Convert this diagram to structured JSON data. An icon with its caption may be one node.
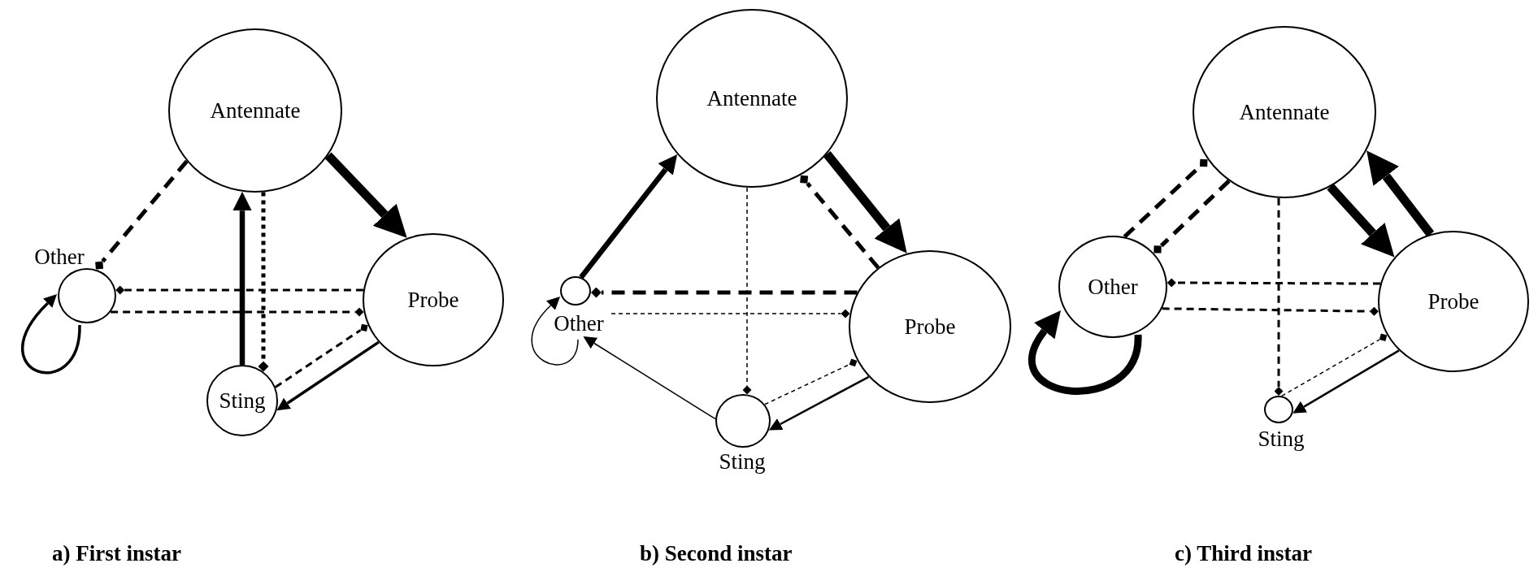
{
  "diagram": {
    "nodes": [
      {
        "text": [
          "Antennate"
        ]
      },
      {
        "text": [
          "Other"
        ]
      },
      {
        "text": [
          "Probe"
        ]
      },
      {
        "text": [
          "Sting"
        ]
      },
      {
        "text": [
          "Antennate"
        ]
      },
      {
        "text": [
          "Other"
        ]
      },
      {
        "text": [
          "Probe"
        ]
      },
      {
        "text": [
          "Sting"
        ]
      },
      {
        "text": [
          "Antennate"
        ]
      },
      {
        "text": [
          "Other"
        ]
      },
      {
        "text": [
          "Probe"
        ]
      },
      {
        "text": [
          "Sting"
        ]
      }
    ],
    "edges": [
      {
        "from": 0,
        "to": 1,
        "arrow": "other",
        "style": "dashed"
      },
      {
        "from": 0,
        "to": 2,
        "arrow": "to",
        "style": "thick"
      },
      {
        "from": 1,
        "to": 1,
        "arrow": "to"
      },
      {
        "from": 3,
        "to": 0,
        "arrow": "to",
        "style": "thick"
      },
      {
        "from": 0,
        "to": 3,
        "arrow": "other",
        "style": "dashed"
      },
      {
        "from": 2,
        "to": 1,
        "arrow": "other",
        "style": "dashed"
      },
      {
        "from": 1,
        "to": 2,
        "arrow": "other",
        "style": "dashed"
      },
      {
        "from": 3,
        "to": 2,
        "arrow": "other",
        "style": "dashed"
      },
      {
        "from": 2,
        "to": 3,
        "arrow": "to"
      },
      {
        "from": 5,
        "to": 4,
        "arrow": "to",
        "style": "thick"
      },
      {
        "from": 4,
        "to": 6,
        "arrow": "to",
        "style": "thick"
      },
      {
        "from": 6,
        "to": 4,
        "arrow": "other",
        "style": "dashed"
      },
      {
        "from": 5,
        "to": 5,
        "arrow": "to"
      },
      {
        "from": 4,
        "to": 7,
        "arrow": "other",
        "style": "dashed"
      },
      {
        "from": 6,
        "to": 5,
        "arrow": "other",
        "style": "dashed"
      },
      {
        "from": 5,
        "to": 6,
        "arrow": "other",
        "style": "dashed"
      },
      {
        "from": 7,
        "to": 5,
        "arrow": "to"
      },
      {
        "from": 7,
        "to": 6,
        "arrow": "other",
        "style": "dashed"
      },
      {
        "from": 6,
        "to": 7,
        "arrow": "to"
      },
      {
        "from": 9,
        "to": 8,
        "arrow": "other",
        "style": "dashed"
      },
      {
        "from": 8,
        "to": 9,
        "arrow": "other",
        "style": "dashed"
      },
      {
        "from": 8,
        "to": 10,
        "arrow": "to",
        "style": "thick"
      },
      {
        "from": 10,
        "to": 8,
        "arrow": "to",
        "style": "thick"
      },
      {
        "from": 9,
        "to": 9,
        "arrow": "to",
        "style": "thick"
      },
      {
        "from": 8,
        "to": 11,
        "arrow": "other",
        "style": "dashed"
      },
      {
        "from": 10,
        "to": 9,
        "arrow": "other",
        "style": "dashed"
      },
      {
        "from": 9,
        "to": 10,
        "arrow": "other",
        "style": "dashed"
      },
      {
        "from": 11,
        "to": 10,
        "arrow": "other",
        "style": "dashed"
      },
      {
        "from": 10,
        "to": 11,
        "arrow": "to"
      }
    ],
    "labels": [
      "a) First instar",
      "b) Second instar",
      "c) Third instar"
    ]
  }
}
